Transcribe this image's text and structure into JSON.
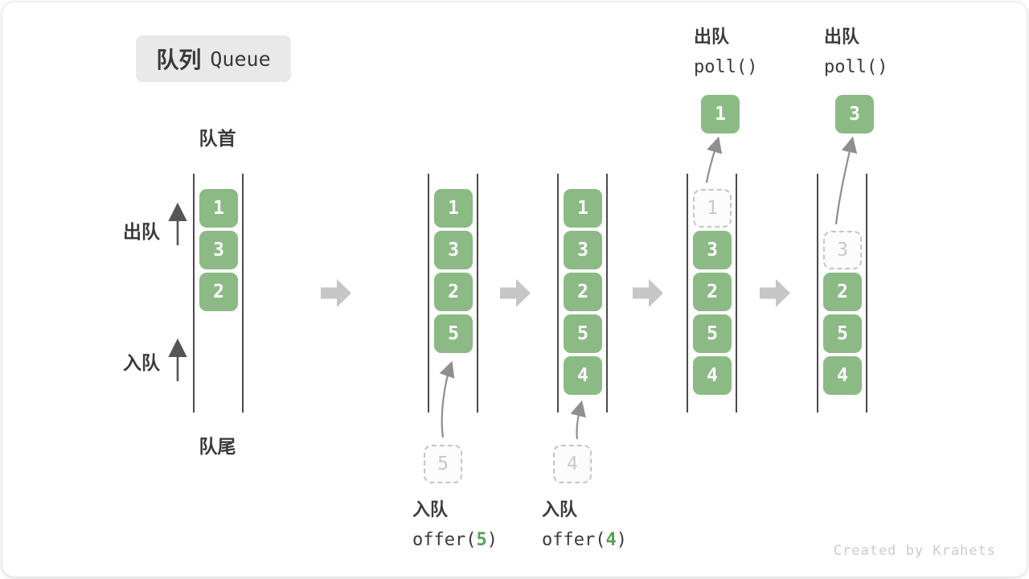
{
  "title": {
    "zh": "队列",
    "en": "Queue"
  },
  "labels": {
    "front": "队首",
    "rear": "队尾",
    "dequeue": "出队",
    "enqueue": "入队"
  },
  "watermark": "Created by Krahets",
  "colors": {
    "box_green": "#8CBA85",
    "box_text": "#FFFFFF",
    "code_arg_green": "#55A153",
    "container_line": "#4A4A4A",
    "block_arrow": "#C6C6C6",
    "flow_arrow": "#8F8F8F",
    "label_text": "#3A3A3A",
    "faded_gray": "#C9C9C9",
    "badge_bg": "#E9E9E9"
  },
  "stages": [
    {
      "name": "initial",
      "slots": [
        {
          "value": "1",
          "state": "filled"
        },
        {
          "value": "3",
          "state": "filled"
        },
        {
          "value": "2",
          "state": "filled"
        }
      ]
    },
    {
      "name": "after-offer-5",
      "slots": [
        {
          "value": "1",
          "state": "filled"
        },
        {
          "value": "3",
          "state": "filled"
        },
        {
          "value": "2",
          "state": "filled"
        },
        {
          "value": "5",
          "state": "filled"
        }
      ],
      "incoming": {
        "value": "5"
      },
      "op": {
        "line1": "入队",
        "pre": "offer(",
        "arg": "5",
        "post": ")",
        "position": "below"
      }
    },
    {
      "name": "after-offer-4",
      "slots": [
        {
          "value": "1",
          "state": "filled"
        },
        {
          "value": "3",
          "state": "filled"
        },
        {
          "value": "2",
          "state": "filled"
        },
        {
          "value": "5",
          "state": "filled"
        },
        {
          "value": "4",
          "state": "filled"
        }
      ],
      "incoming": {
        "value": "4"
      },
      "op": {
        "line1": "入队",
        "pre": "offer(",
        "arg": "4",
        "post": ")",
        "position": "below"
      }
    },
    {
      "name": "after-poll-1",
      "slots": [
        {
          "value": "1",
          "state": "removed"
        },
        {
          "value": "3",
          "state": "filled"
        },
        {
          "value": "2",
          "state": "filled"
        },
        {
          "value": "5",
          "state": "filled"
        },
        {
          "value": "4",
          "state": "filled"
        }
      ],
      "outgoing": {
        "value": "1"
      },
      "op": {
        "line1": "出队",
        "pre": "poll()",
        "arg": "",
        "post": "",
        "position": "above"
      }
    },
    {
      "name": "after-poll-3",
      "slots": [
        {
          "state": "empty"
        },
        {
          "value": "3",
          "state": "removed"
        },
        {
          "value": "2",
          "state": "filled"
        },
        {
          "value": "5",
          "state": "filled"
        },
        {
          "value": "4",
          "state": "filled"
        }
      ],
      "outgoing": {
        "value": "3"
      },
      "op": {
        "line1": "出队",
        "pre": "poll()",
        "arg": "",
        "post": "",
        "position": "above"
      }
    }
  ]
}
